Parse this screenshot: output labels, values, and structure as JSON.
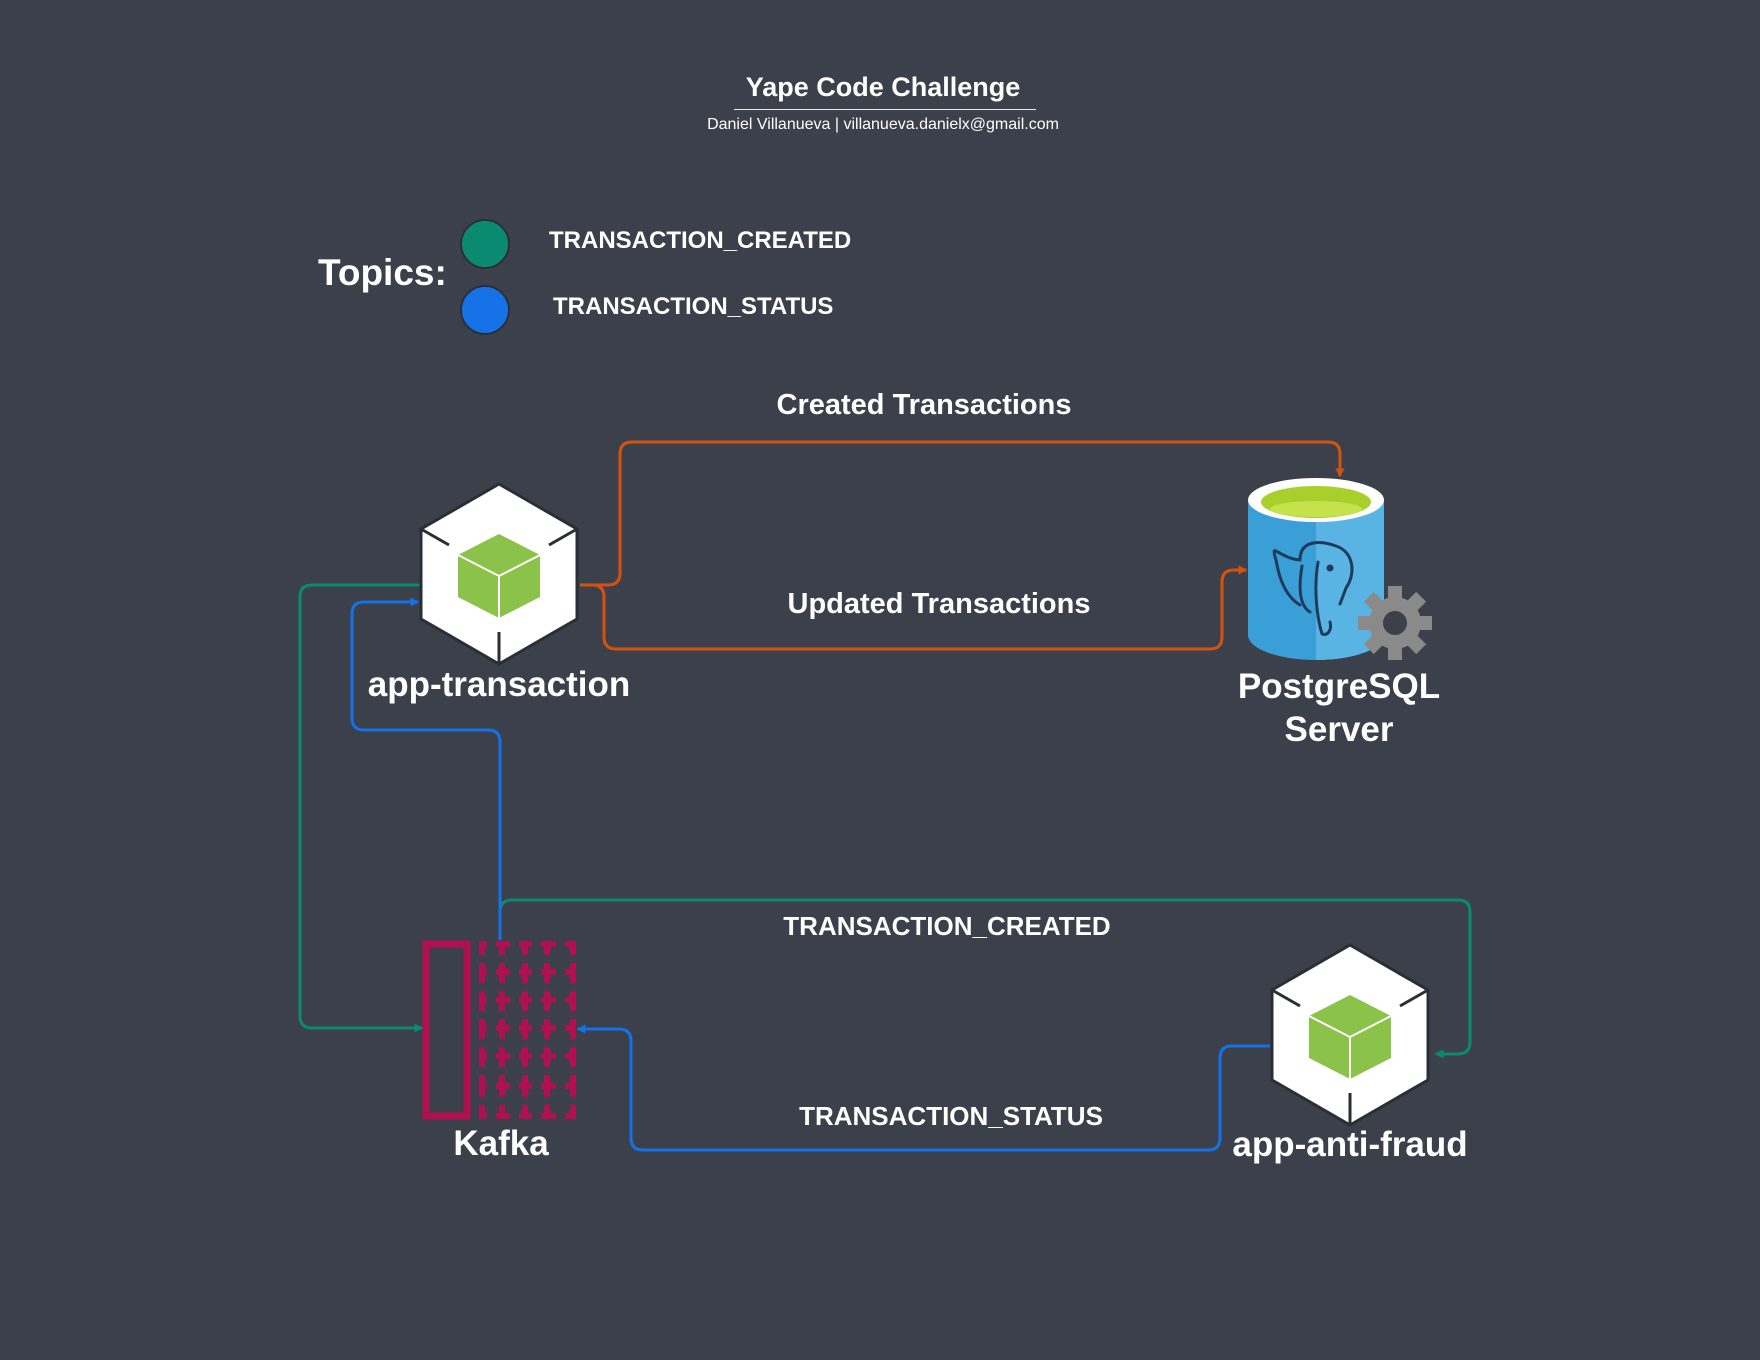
{
  "header": {
    "title": "Yape Code Challenge",
    "subtitle": "Daniel Villanueva  |  villanueva.danielx@gmail.com"
  },
  "legend": {
    "label": "Topics:",
    "items": [
      {
        "name": "TRANSACTION_CREATED",
        "color": "#0b8a72"
      },
      {
        "name": "TRANSACTION_STATUS",
        "color": "#1471e6"
      }
    ]
  },
  "nodes": {
    "app_transaction": {
      "label": "app-transaction",
      "icon": "cube-service-icon"
    },
    "postgres": {
      "label_line1": "PostgreSQL",
      "label_line2": "Server",
      "icon": "postgresql-database-icon"
    },
    "kafka": {
      "label": "Kafka",
      "icon": "kafka-topic-icon"
    },
    "app_anti_fraud": {
      "label": "app-anti-fraud",
      "icon": "cube-service-icon"
    }
  },
  "flows": {
    "created_transactions": "Created Transactions",
    "updated_transactions": "Updated Transactions",
    "transaction_created": "TRANSACTION_CREATED",
    "transaction_status": "TRANSACTION_STATUS"
  },
  "colors": {
    "background": "#3b404b",
    "database_flow": "#d2530f",
    "transaction_created": "#0b8a72",
    "transaction_status": "#1471e6",
    "kafka": "#b0104f",
    "cube_green": "#8bc34a",
    "postgres_blue": "#3a9fd6",
    "gear_gray": "#8a8a8a"
  }
}
